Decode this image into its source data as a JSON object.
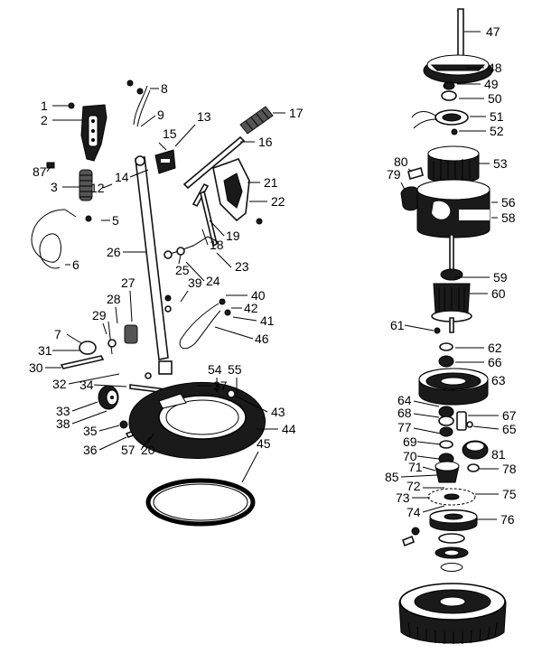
{
  "callouts": [
    "1",
    "2",
    "87",
    "3",
    "12",
    "5",
    "6",
    "8",
    "9",
    "13",
    "15",
    "14",
    "26",
    "17",
    "16",
    "21",
    "22",
    "19",
    "18",
    "23",
    "24",
    "25",
    "27",
    "28",
    "29",
    "7",
    "31",
    "30",
    "32",
    "34",
    "33",
    "38",
    "35",
    "36",
    "57",
    "20",
    "37",
    "54",
    "55",
    "43",
    "44",
    "45",
    "39",
    "40",
    "42",
    "41",
    "46",
    "47",
    "48",
    "49",
    "50",
    "51",
    "52",
    "80",
    "79",
    "53",
    "56",
    "58",
    "59",
    "60",
    "61",
    "62",
    "66",
    "63",
    "64",
    "67",
    "65",
    "68",
    "77",
    "81",
    "69",
    "70",
    "78",
    "71",
    "85",
    "72",
    "73",
    "74",
    "75",
    "76"
  ]
}
